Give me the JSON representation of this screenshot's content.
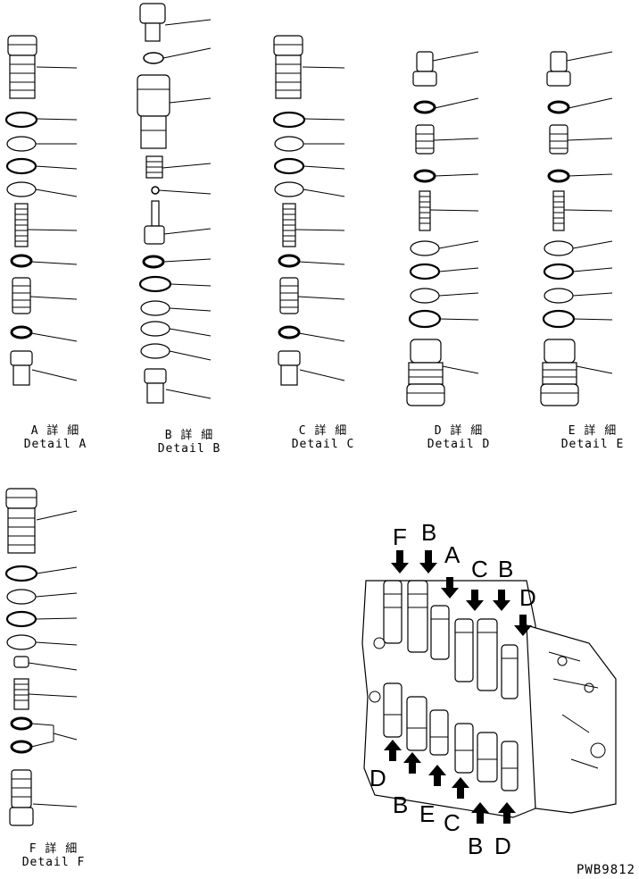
{
  "details": [
    {
      "key": "A",
      "jp": "A 詳 細",
      "en": "Detail A"
    },
    {
      "key": "B",
      "jp": "B 詳 細",
      "en": "Detail B"
    },
    {
      "key": "C",
      "jp": "C 詳 細",
      "en": "Detail C"
    },
    {
      "key": "D",
      "jp": "D 詳 細",
      "en": "Detail D"
    },
    {
      "key": "E",
      "jp": "E 詳 細",
      "en": "Detail E"
    },
    {
      "key": "F",
      "jp": "F 詳 細",
      "en": "Detail F"
    }
  ],
  "valve_labels": {
    "top": [
      "F",
      "B",
      "A",
      "C",
      "B",
      "D"
    ],
    "bottom": [
      "D",
      "B",
      "E",
      "C",
      "B",
      "D"
    ]
  },
  "drawing_id": "PWB9812"
}
